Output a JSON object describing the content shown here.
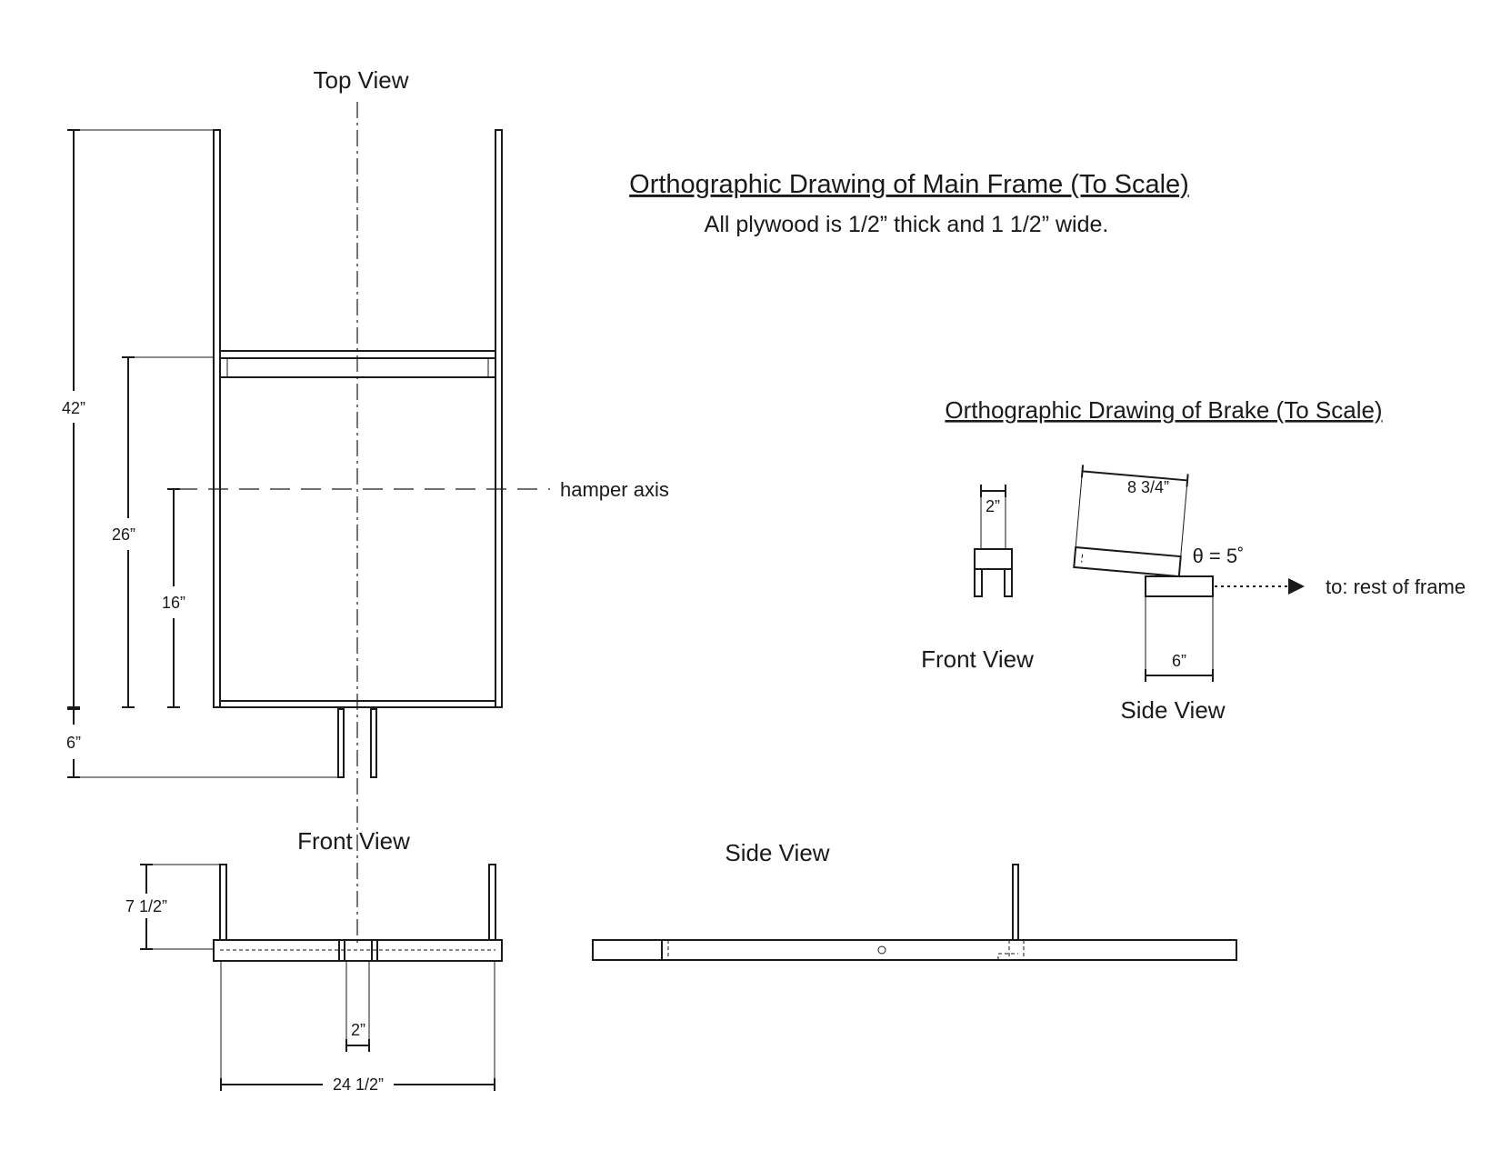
{
  "main_frame": {
    "title": "Orthographic Drawing of Main Frame (To Scale)",
    "subtitle": "All plywood is 1/2” thick and 1 1/2” wide.",
    "top_view": {
      "label": "Top View",
      "dim_overall": "42”",
      "dim_crossbar": "26”",
      "dim_axis": "16”",
      "dim_extension": "6”",
      "axis_label": "hamper axis"
    },
    "front_view": {
      "label": "Front View",
      "dim_height": "7 1/2”",
      "dim_gap": "2”",
      "dim_width": "24 1/2”"
    },
    "side_view": {
      "label": "Side View"
    }
  },
  "brake": {
    "title": "Orthographic Drawing of Brake (To Scale)",
    "front_view": {
      "label": "Front View",
      "dim_width": "2”"
    },
    "side_view": {
      "label": "Side View",
      "dim_length": "8 3/4”",
      "angle": "θ = 5˚",
      "dim_base": "6”",
      "arrow_label": "to: rest of frame"
    }
  }
}
